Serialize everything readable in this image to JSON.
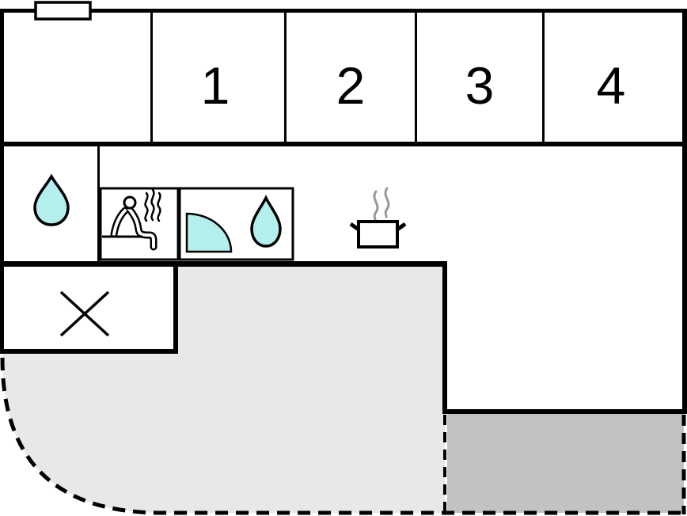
{
  "floorplan": {
    "rooms": [
      {
        "label": "1"
      },
      {
        "label": "2"
      },
      {
        "label": "3"
      },
      {
        "label": "4"
      }
    ],
    "colors": {
      "wall": "#000000",
      "background": "#ffffff",
      "water": "#b4efee",
      "terrace_light": "#e8e8e8",
      "terrace_dark": "#c2c2c2",
      "steam": "#999999"
    },
    "icons": [
      "window-icon",
      "water-drop-icon",
      "sauna-icon",
      "shower-quarter-icon",
      "water-drop-icon",
      "cooking-pot-icon",
      "x-mark-icon"
    ]
  }
}
